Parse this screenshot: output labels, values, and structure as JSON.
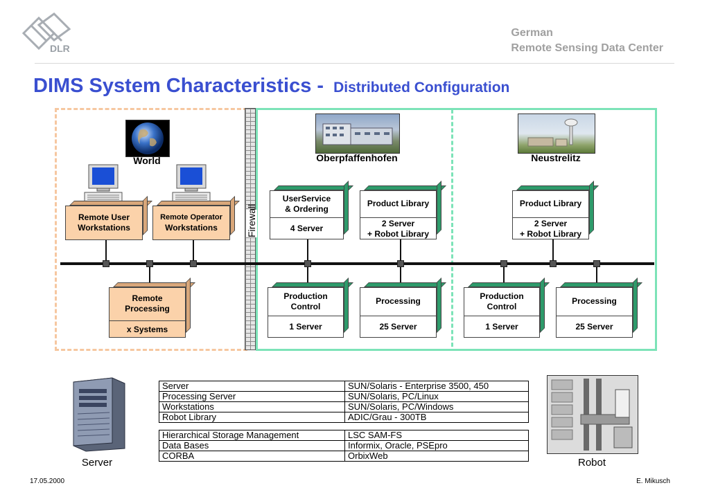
{
  "header": {
    "logo_text": "DLR",
    "org_line1": "German",
    "org_line2": "Remote Sensing Data Center"
  },
  "title": {
    "main": "DIMS System Characteristics  -",
    "sub": "Distributed Configuration"
  },
  "locations": {
    "world": "World",
    "oberpfaffenhofen": "Oberpfaffenhofen",
    "neustrelitz": "Neustrelitz"
  },
  "firewall_label": "Firewall",
  "world_boxes": {
    "remote_user": {
      "line1": "Remote User",
      "line2": "Workstations"
    },
    "remote_operator": {
      "line1": "Remote Operator",
      "line2": "Workstations"
    },
    "remote_processing": {
      "line1": "Remote",
      "line2": "Processing",
      "bottom": "x Systems"
    }
  },
  "oberpfaffenhofen_boxes": {
    "userservice": {
      "top1": "UserService",
      "top2": "& Ordering",
      "bottom": "4 Server"
    },
    "product_library": {
      "top": "Product Library",
      "bottom1": "2 Server",
      "bottom2": "+ Robot Library"
    },
    "production_control": {
      "top1": "Production",
      "top2": "Control",
      "bottom": "1 Server"
    },
    "processing": {
      "top": "Processing",
      "bottom": "25 Server"
    }
  },
  "neustrelitz_boxes": {
    "product_library": {
      "top": "Product Library",
      "bottom1": "2 Server",
      "bottom2": "+ Robot Library"
    },
    "production_control": {
      "top1": "Production",
      "top2": "Control",
      "bottom": "1 Server"
    },
    "processing": {
      "top": "Processing",
      "bottom": "25 Server"
    }
  },
  "table1": [
    [
      "Server",
      "SUN/Solaris - Enterprise 3500, 450"
    ],
    [
      "Processing Server",
      "SUN/Solaris, PC/Linux"
    ],
    [
      "Workstations",
      "SUN/Solaris, PC/Windows"
    ],
    [
      "Robot Library",
      "ADIC/Grau - 300TB"
    ]
  ],
  "table2": [
    [
      "Hierarchical Storage Management",
      "LSC SAM-FS"
    ],
    [
      "Data Bases",
      "Informix, Oracle, PSEpro"
    ],
    [
      "CORBA",
      "OrbixWeb"
    ]
  ],
  "captions": {
    "server": "Server",
    "robot": "Robot"
  },
  "footer": {
    "date": "17.05.2000",
    "author": "E. Mikusch"
  },
  "colors": {
    "title": "#3a4fd0",
    "orange_box": "#fbd2aa",
    "green_box": "#2e9b6b",
    "green_frame": "#7ce3b8",
    "orange_frame": "#f6c7a0"
  }
}
